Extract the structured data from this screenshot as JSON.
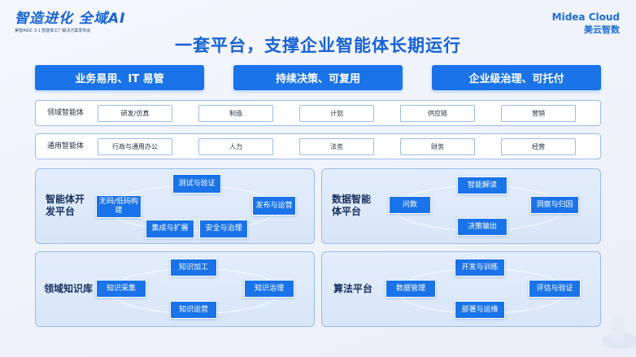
{
  "header": {
    "logo_main": "智造进化 全域AI",
    "logo_sub": "美智AIGC 3.1 智能体工厂解决方案发布会",
    "brand_en": "Midea Cloud",
    "brand_cn": "美云智数"
  },
  "title": "一套平台，支撑企业智能体长期运行",
  "pillars": [
    "业务易用、IT 易管",
    "持续决策、可复用",
    "企业级治理、可托付"
  ],
  "rows": {
    "domain": {
      "label": "领域智能体",
      "items": [
        "研发/仿真",
        "制造",
        "计划",
        "供应链",
        "营销"
      ]
    },
    "general": {
      "label": "通用智能体",
      "items": [
        "行政与通用办公",
        "人力",
        "法务",
        "财务",
        "经营"
      ]
    }
  },
  "panels": {
    "agent_dev": {
      "title": "智能体开发平台",
      "nodes": [
        "测试与验证",
        "无码/低码构建",
        "发布与运营",
        "集成与扩展",
        "安全与治理"
      ]
    },
    "data_agent": {
      "title": "数据智能体平台",
      "nodes": [
        "智能解读",
        "问数",
        "洞察与归因",
        "决策输出"
      ]
    },
    "knowledge": {
      "title": "领域知识库",
      "nodes": [
        "知识加工",
        "知识采集",
        "知识治理",
        "知识运营"
      ]
    },
    "algorithm": {
      "title": "算法平台",
      "nodes": [
        "开发与训练",
        "数据管理",
        "评估与验证",
        "部署与运维"
      ]
    }
  }
}
